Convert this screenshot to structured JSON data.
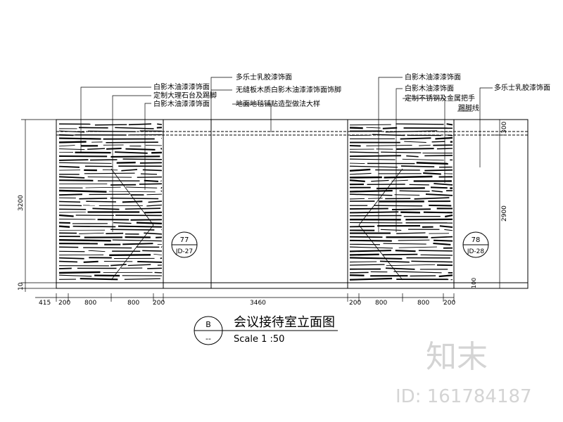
{
  "drawing": {
    "title": "会议接待室立面图",
    "scale": "Scale 1 :50",
    "section_symbol": {
      "top": "B",
      "bottom": "--"
    }
  },
  "annotations_left": [
    "白影木油漆漆饰面",
    "定制大理石台及踢脚",
    "白影木油漆漆饰面"
  ],
  "annotations_center": [
    "多乐士乳胶漆饰面",
    "无缝板木质白影木油漆漆饰面饰脚",
    "地面地毯铺贴造型做法大样"
  ],
  "annotations_right": [
    "白影木油漆漆饰面",
    "白影木油漆饰面",
    "定制不锈钢及金属把手",
    "踢脚线"
  ],
  "annotation_right_far": "多乐士乳胶漆饰面",
  "dimensions": {
    "height_total": "3200",
    "height_base": "10",
    "right_top": "300",
    "right_mid": "2900",
    "right_bottom": "100",
    "bottom": [
      "415",
      "200",
      "800",
      "800",
      "200",
      "3460",
      "200",
      "800",
      "800",
      "200"
    ]
  },
  "tags": [
    {
      "top": "77",
      "bottom": "JD-27"
    },
    {
      "top": "78",
      "bottom": "JD-28"
    }
  ],
  "watermark": {
    "logo": "知末",
    "id": "ID: 161784187"
  }
}
